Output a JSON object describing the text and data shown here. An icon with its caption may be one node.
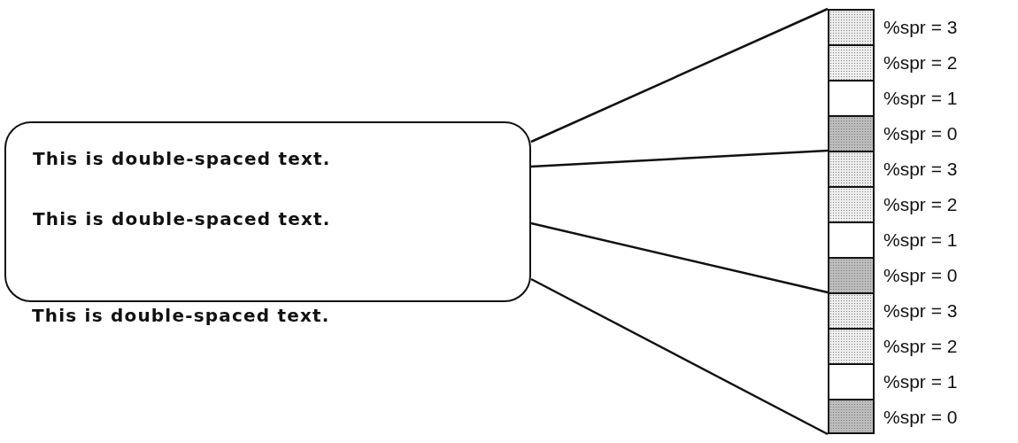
{
  "diagram": {
    "nodes": [
      {
        "text": [
          "This is double-spaced text.",
          "This is double-spaced text."
        ],
        "beside": [
          "This is double-spaced text."
        ]
      },
      {
        "text": [],
        "shape": "box",
        "beside": [
          "%spr = 3"
        ]
      },
      {
        "text": [],
        "shape": "box",
        "beside": [
          "%spr = 2"
        ]
      },
      {
        "text": [],
        "shape": "box",
        "beside": [
          "%spr = 1"
        ]
      },
      {
        "text": [],
        "shape": "box",
        "beside": [
          "%spr = 0"
        ]
      },
      {
        "text": [],
        "shape": "box",
        "beside": [
          "%spr = 3"
        ]
      },
      {
        "text": [],
        "shape": "box",
        "beside": [
          "%spr = 2"
        ]
      },
      {
        "text": [],
        "shape": "box",
        "beside": [
          "%spr = 1"
        ]
      },
      {
        "text": [],
        "shape": "box",
        "beside": [
          "%spr = 0"
        ]
      },
      {
        "text": [],
        "shape": "box",
        "beside": [
          "%spr = 3"
        ]
      },
      {
        "text": [],
        "shape": "box",
        "beside": [
          "%spr = 2"
        ]
      },
      {
        "text": [],
        "shape": "box",
        "beside": [
          "%spr = 1"
        ]
      },
      {
        "text": [],
        "shape": "box",
        "beside": [
          "%spr = 0"
        ]
      }
    ],
    "edges": [
      {
        "from": 0,
        "to": 1,
        "arrow": "none"
      },
      {
        "from": 0,
        "to": 5,
        "arrow": "none"
      },
      {
        "from": 0,
        "to": 9,
        "arrow": "none"
      },
      {
        "from": 0,
        "to": 12,
        "arrow": "none"
      }
    ]
  }
}
